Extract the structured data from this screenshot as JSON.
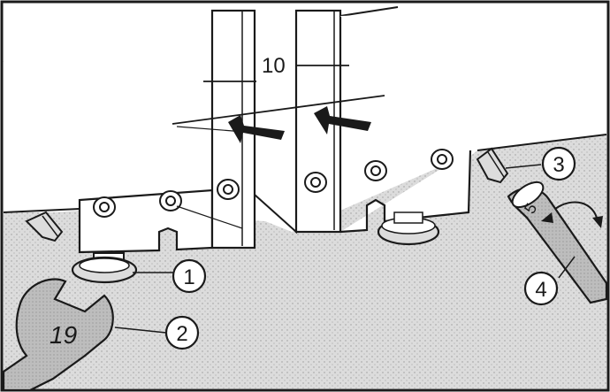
{
  "diagram": {
    "dimension_label": "10",
    "callouts": [
      {
        "id": "1",
        "label": "1"
      },
      {
        "id": "2",
        "label": "2"
      },
      {
        "id": "3",
        "label": "3"
      },
      {
        "id": "4",
        "label": "4"
      }
    ],
    "wrench_size": "19",
    "hex_key_size": "5",
    "colors": {
      "line": "#1a1a1a",
      "floor": "#d6d6d6",
      "panel": "#ffffff",
      "tool": "#b9b9b9"
    }
  }
}
